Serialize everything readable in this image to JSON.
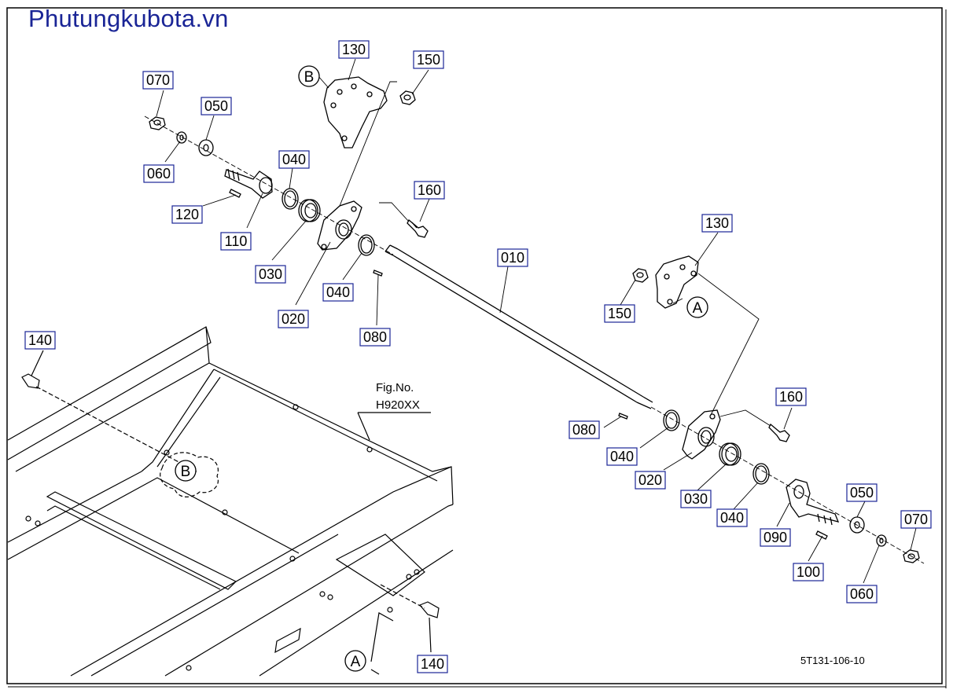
{
  "watermark": "Phutungkubota.vn",
  "figure_ref": {
    "label": "Fig.No.",
    "code": "H920XX"
  },
  "drawing_code": "5T131-106-10",
  "callouts": [
    {
      "id": "130a",
      "label": "130"
    },
    {
      "id": "150a",
      "label": "150"
    },
    {
      "id": "070a",
      "label": "070"
    },
    {
      "id": "050a",
      "label": "050"
    },
    {
      "id": "060a",
      "label": "060"
    },
    {
      "id": "040a",
      "label": "040"
    },
    {
      "id": "160a",
      "label": "160"
    },
    {
      "id": "120a",
      "label": "120"
    },
    {
      "id": "110a",
      "label": "110"
    },
    {
      "id": "030a",
      "label": "030"
    },
    {
      "id": "020a",
      "label": "020"
    },
    {
      "id": "040b",
      "label": "040"
    },
    {
      "id": "080a",
      "label": "080"
    },
    {
      "id": "010a",
      "label": "010"
    },
    {
      "id": "130b",
      "label": "130"
    },
    {
      "id": "150b",
      "label": "150"
    },
    {
      "id": "140a",
      "label": "140"
    },
    {
      "id": "160b",
      "label": "160"
    },
    {
      "id": "080b",
      "label": "080"
    },
    {
      "id": "040c",
      "label": "040"
    },
    {
      "id": "020b",
      "label": "020"
    },
    {
      "id": "030b",
      "label": "030"
    },
    {
      "id": "040d",
      "label": "040"
    },
    {
      "id": "090a",
      "label": "090"
    },
    {
      "id": "050b",
      "label": "050"
    },
    {
      "id": "070b",
      "label": "070"
    },
    {
      "id": "100a",
      "label": "100"
    },
    {
      "id": "060b",
      "label": "060"
    },
    {
      "id": "140b",
      "label": "140"
    }
  ],
  "detail_marks": [
    {
      "id": "B1",
      "label": "B"
    },
    {
      "id": "A1",
      "label": "A"
    },
    {
      "id": "B2",
      "label": "B"
    },
    {
      "id": "A2",
      "label": "A"
    }
  ]
}
